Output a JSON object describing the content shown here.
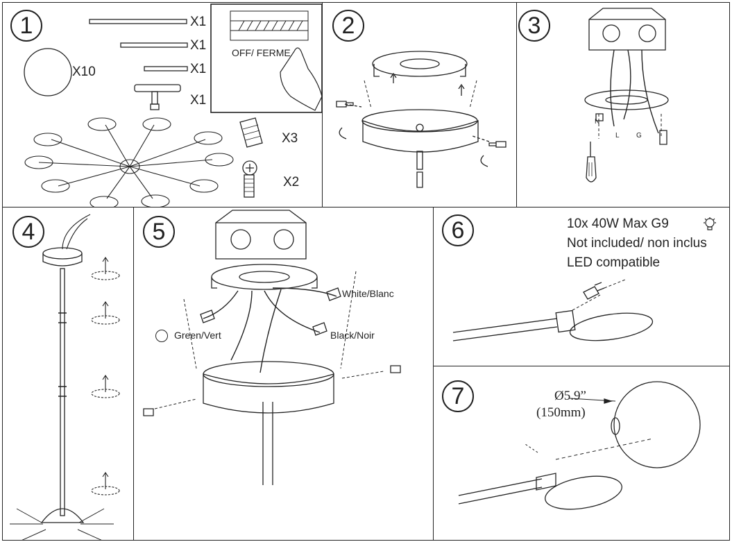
{
  "steps": [
    "1",
    "2",
    "3",
    "4",
    "5",
    "6",
    "7"
  ],
  "step1": {
    "qty_x1": "X1",
    "qty_x10": "X10",
    "qty_x3": "X3",
    "qty_x2": "X2",
    "switch_label": "OFF/ FERME"
  },
  "step3": {
    "label_n": "N",
    "label_l": "L",
    "label_g": "G"
  },
  "step5": {
    "white": "White/Blanc",
    "black": "Black/Noir",
    "green": "Green/Vert"
  },
  "step6": {
    "spec_lines": [
      "10x 40W Max G9",
      "Not included/ non inclus",
      "LED compatible"
    ],
    "icon": "bulb-icon"
  },
  "step7": {
    "diameter_in": "Ø5.9”",
    "diameter_mm": "(150mm)"
  }
}
